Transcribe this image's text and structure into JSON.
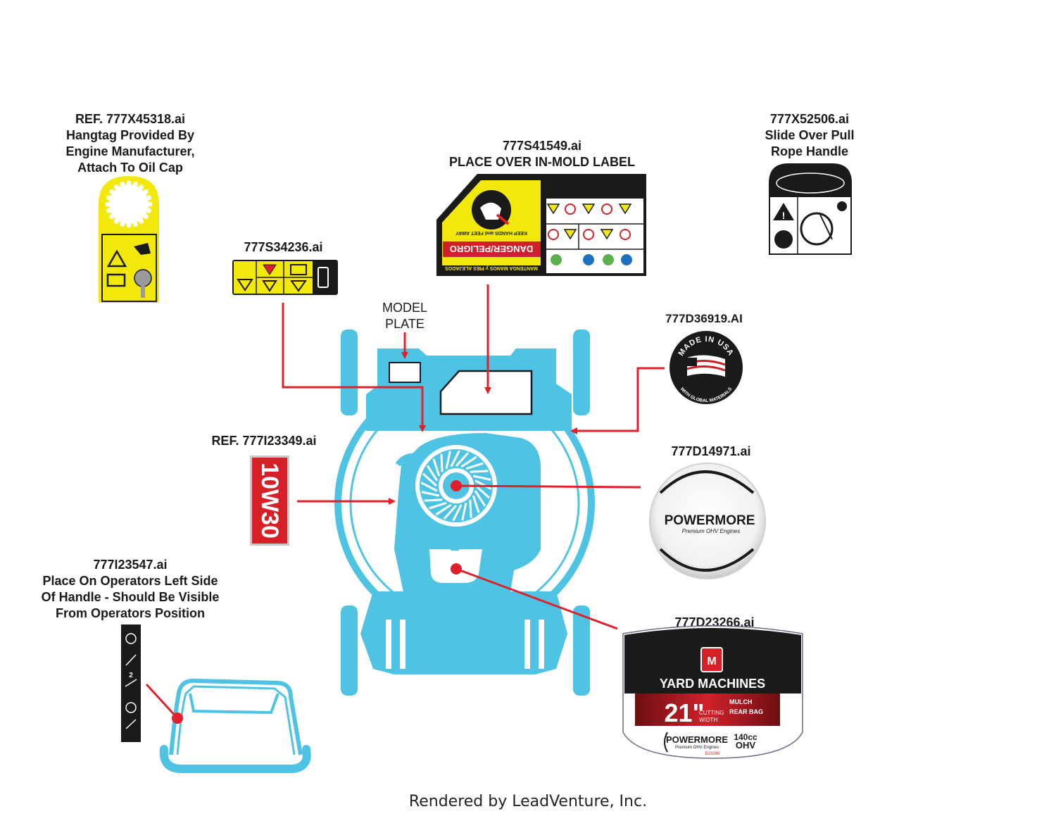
{
  "labels": {
    "hangtag": [
      "REF. 777X45318.ai",
      "Hangtag Provided By",
      "Engine Manufacturer,",
      "Attach To Oil Cap"
    ],
    "danger": [
      "777S41549.ai",
      "PLACE OVER IN-MOLD LABEL"
    ],
    "pullrope": [
      "777X52506.ai",
      "Slide Over Pull",
      "Rope Handle"
    ],
    "safety_strip": [
      "777S34236.ai"
    ],
    "model_plate": [
      "MODEL",
      "PLATE"
    ],
    "usa": [
      "777D36919.AI"
    ],
    "oil": [
      "REF. 777I23349.ai"
    ],
    "powermore": [
      "777D14971.ai"
    ],
    "handle": [
      "777I23547.ai",
      "Place On Operators Left Side",
      "Of Handle - Should Be Visible",
      "From Operators Position"
    ],
    "yardmachines": [
      "777D23266.ai"
    ]
  },
  "decals": {
    "oil_grade": "10W30",
    "danger_title": "DANGER/PELIGRO",
    "danger_keep": "KEEP HANDS and FEET AWAY",
    "danger_spanish": "MANTENGA MANOS y PIES ALEJADOS",
    "usa_top": "MADE IN USA",
    "usa_bottom": "WITH GLOBAL MATERIALS",
    "powermore_brand": "POWERMORE",
    "powermore_sub": "Premium OHV Engines",
    "ym_brand": "YARD MACHINES",
    "ym_size": "21\"",
    "ym_cutting": "CUTTING",
    "ym_width": "WIDTH",
    "ym_mulch": "MULCH",
    "ym_rearbag": "REAR BAG",
    "ym_engine": "POWERMORE",
    "ym_engine_sub": "Premium OHV Engines",
    "ym_cc": "140cc",
    "ym_ohv": "OHV",
    "ym_code": "D23266"
  },
  "footer": "Rendered by LeadVenture, Inc.",
  "colors": {
    "mower": "#4fc3e3",
    "pointer": "#e0202a",
    "decal_yellow": "#f2e80c"
  }
}
